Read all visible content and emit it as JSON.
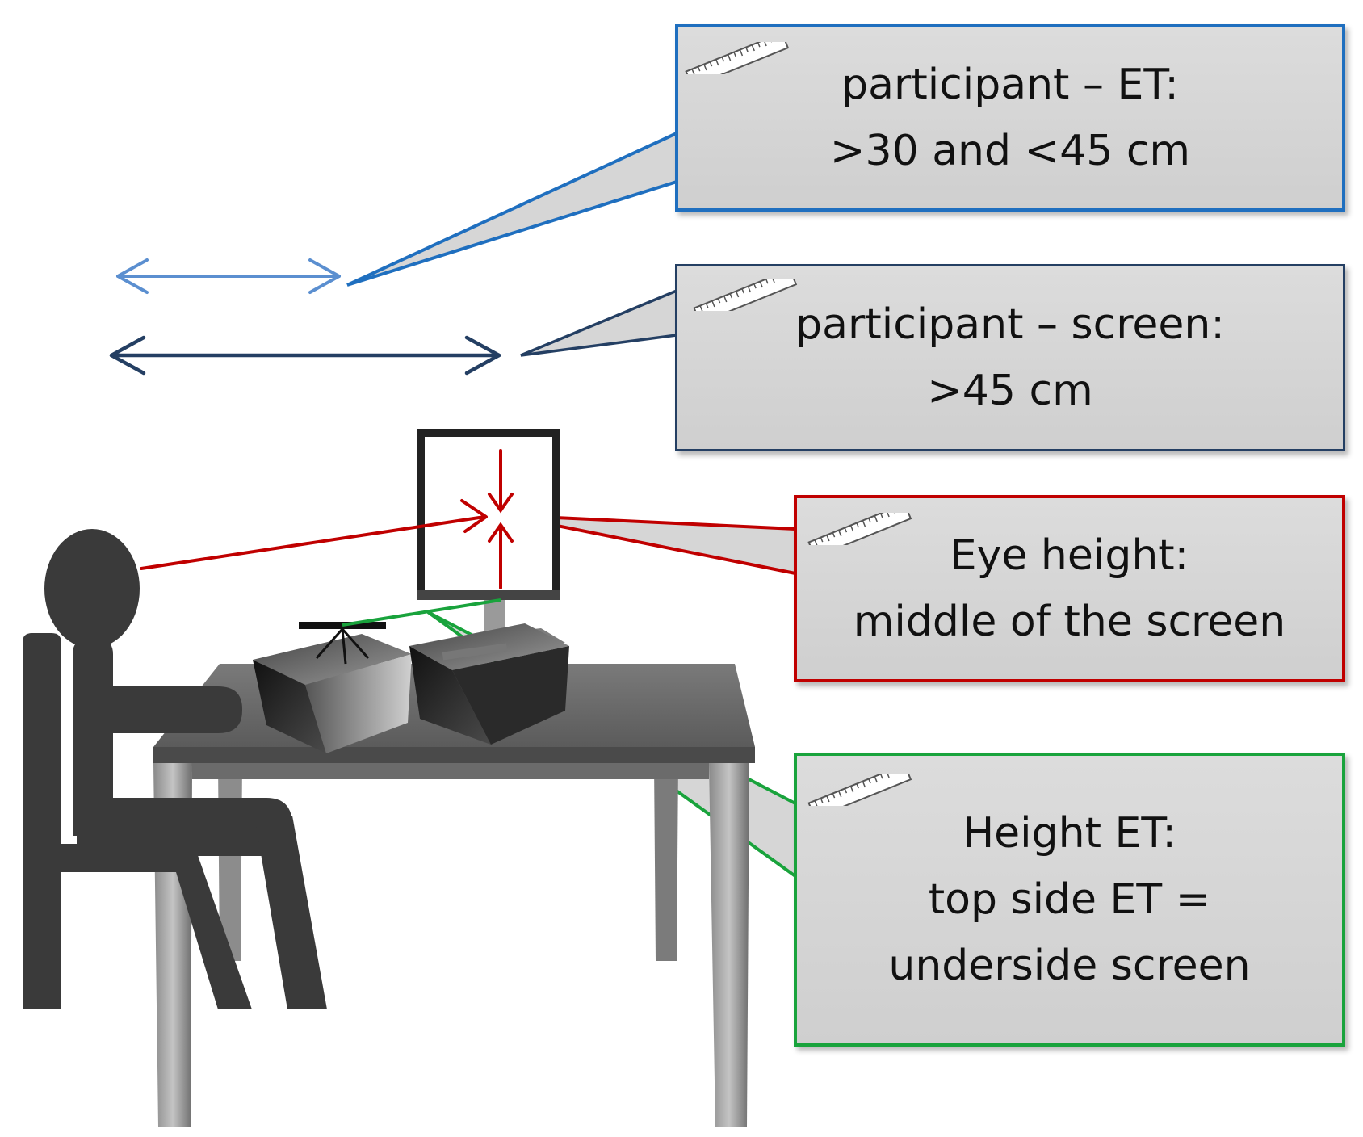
{
  "colors": {
    "et_distance": "#1f6fbf",
    "et_arrow": "#5b8fd0",
    "screen_distance": "#243f63",
    "eye_height": "#c00000",
    "height_et": "#19a33c",
    "person": "#3a3a3a"
  },
  "icons": [
    "ruler-icon",
    "person-icon",
    "monitor-icon",
    "eye-tracker-icon",
    "table-icon",
    "box-icon",
    "double-arrow-icon"
  ],
  "callouts": {
    "participant_et": {
      "line1": "participant – ET:",
      "line2": ">30 and <45 cm"
    },
    "participant_screen": {
      "line1": "participant – screen:",
      "line2": ">45 cm"
    },
    "eye_height": {
      "line1": "Eye height:",
      "line2": "middle of the screen"
    },
    "height_et": {
      "line1": "Height ET:",
      "line2": "top side ET =",
      "line3": "underside screen"
    }
  }
}
